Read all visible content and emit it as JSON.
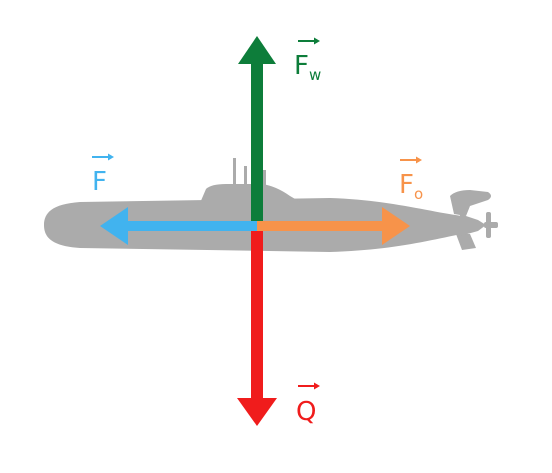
{
  "colors": {
    "hull": "#ababab",
    "weight": "#f01c1c",
    "buoyancy": "#0d7d3a",
    "thrust": "#41b3ef",
    "drag": "#f7934a"
  },
  "forces": {
    "weight": {
      "symbol": "Q",
      "subscript": ""
    },
    "buoyancy": {
      "symbol": "F",
      "subscript": "w"
    },
    "thrust": {
      "symbol": "F",
      "subscript": ""
    },
    "drag": {
      "symbol": "F",
      "subscript": "o"
    }
  }
}
